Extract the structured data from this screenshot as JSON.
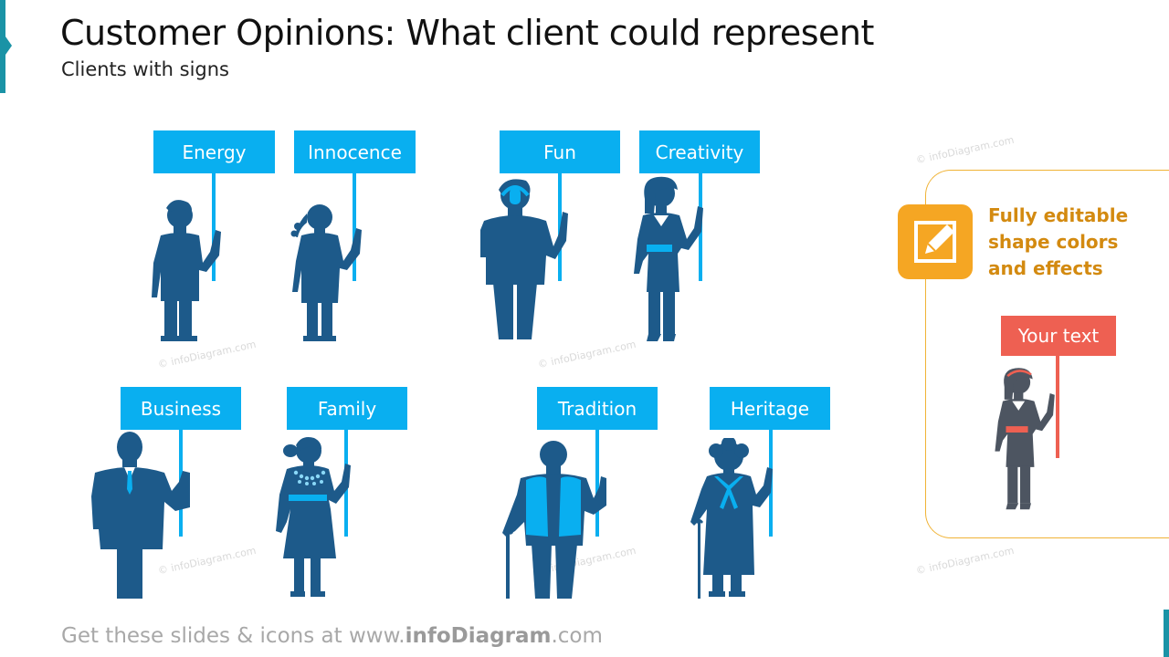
{
  "title": "Customer Opinions: What client could represent",
  "subtitle": "Clients with signs",
  "signs": {
    "energy": "Energy",
    "innocence": "Innocence",
    "fun": "Fun",
    "creativity": "Creativity",
    "business": "Business",
    "family": "Family",
    "tradition": "Tradition",
    "heritage": "Heritage"
  },
  "panel": {
    "line1": "Fully editable",
    "line2": "shape colors",
    "line3": "and effects",
    "sign": "Your text"
  },
  "watermark": "© infoDiagram.com",
  "footer": {
    "prefix": "Get these slides & icons at www.",
    "brand": "infoDiagram",
    "suffix": ".com"
  },
  "colors": {
    "accent": "#1a93a6",
    "sign": "#09aff0",
    "figure": "#1d5a8a",
    "highlight": "#f5a623",
    "red_sign": "#ee6052",
    "gray_figure": "#4d5561"
  },
  "icons": {
    "edit": "edit-pencil-icon"
  }
}
